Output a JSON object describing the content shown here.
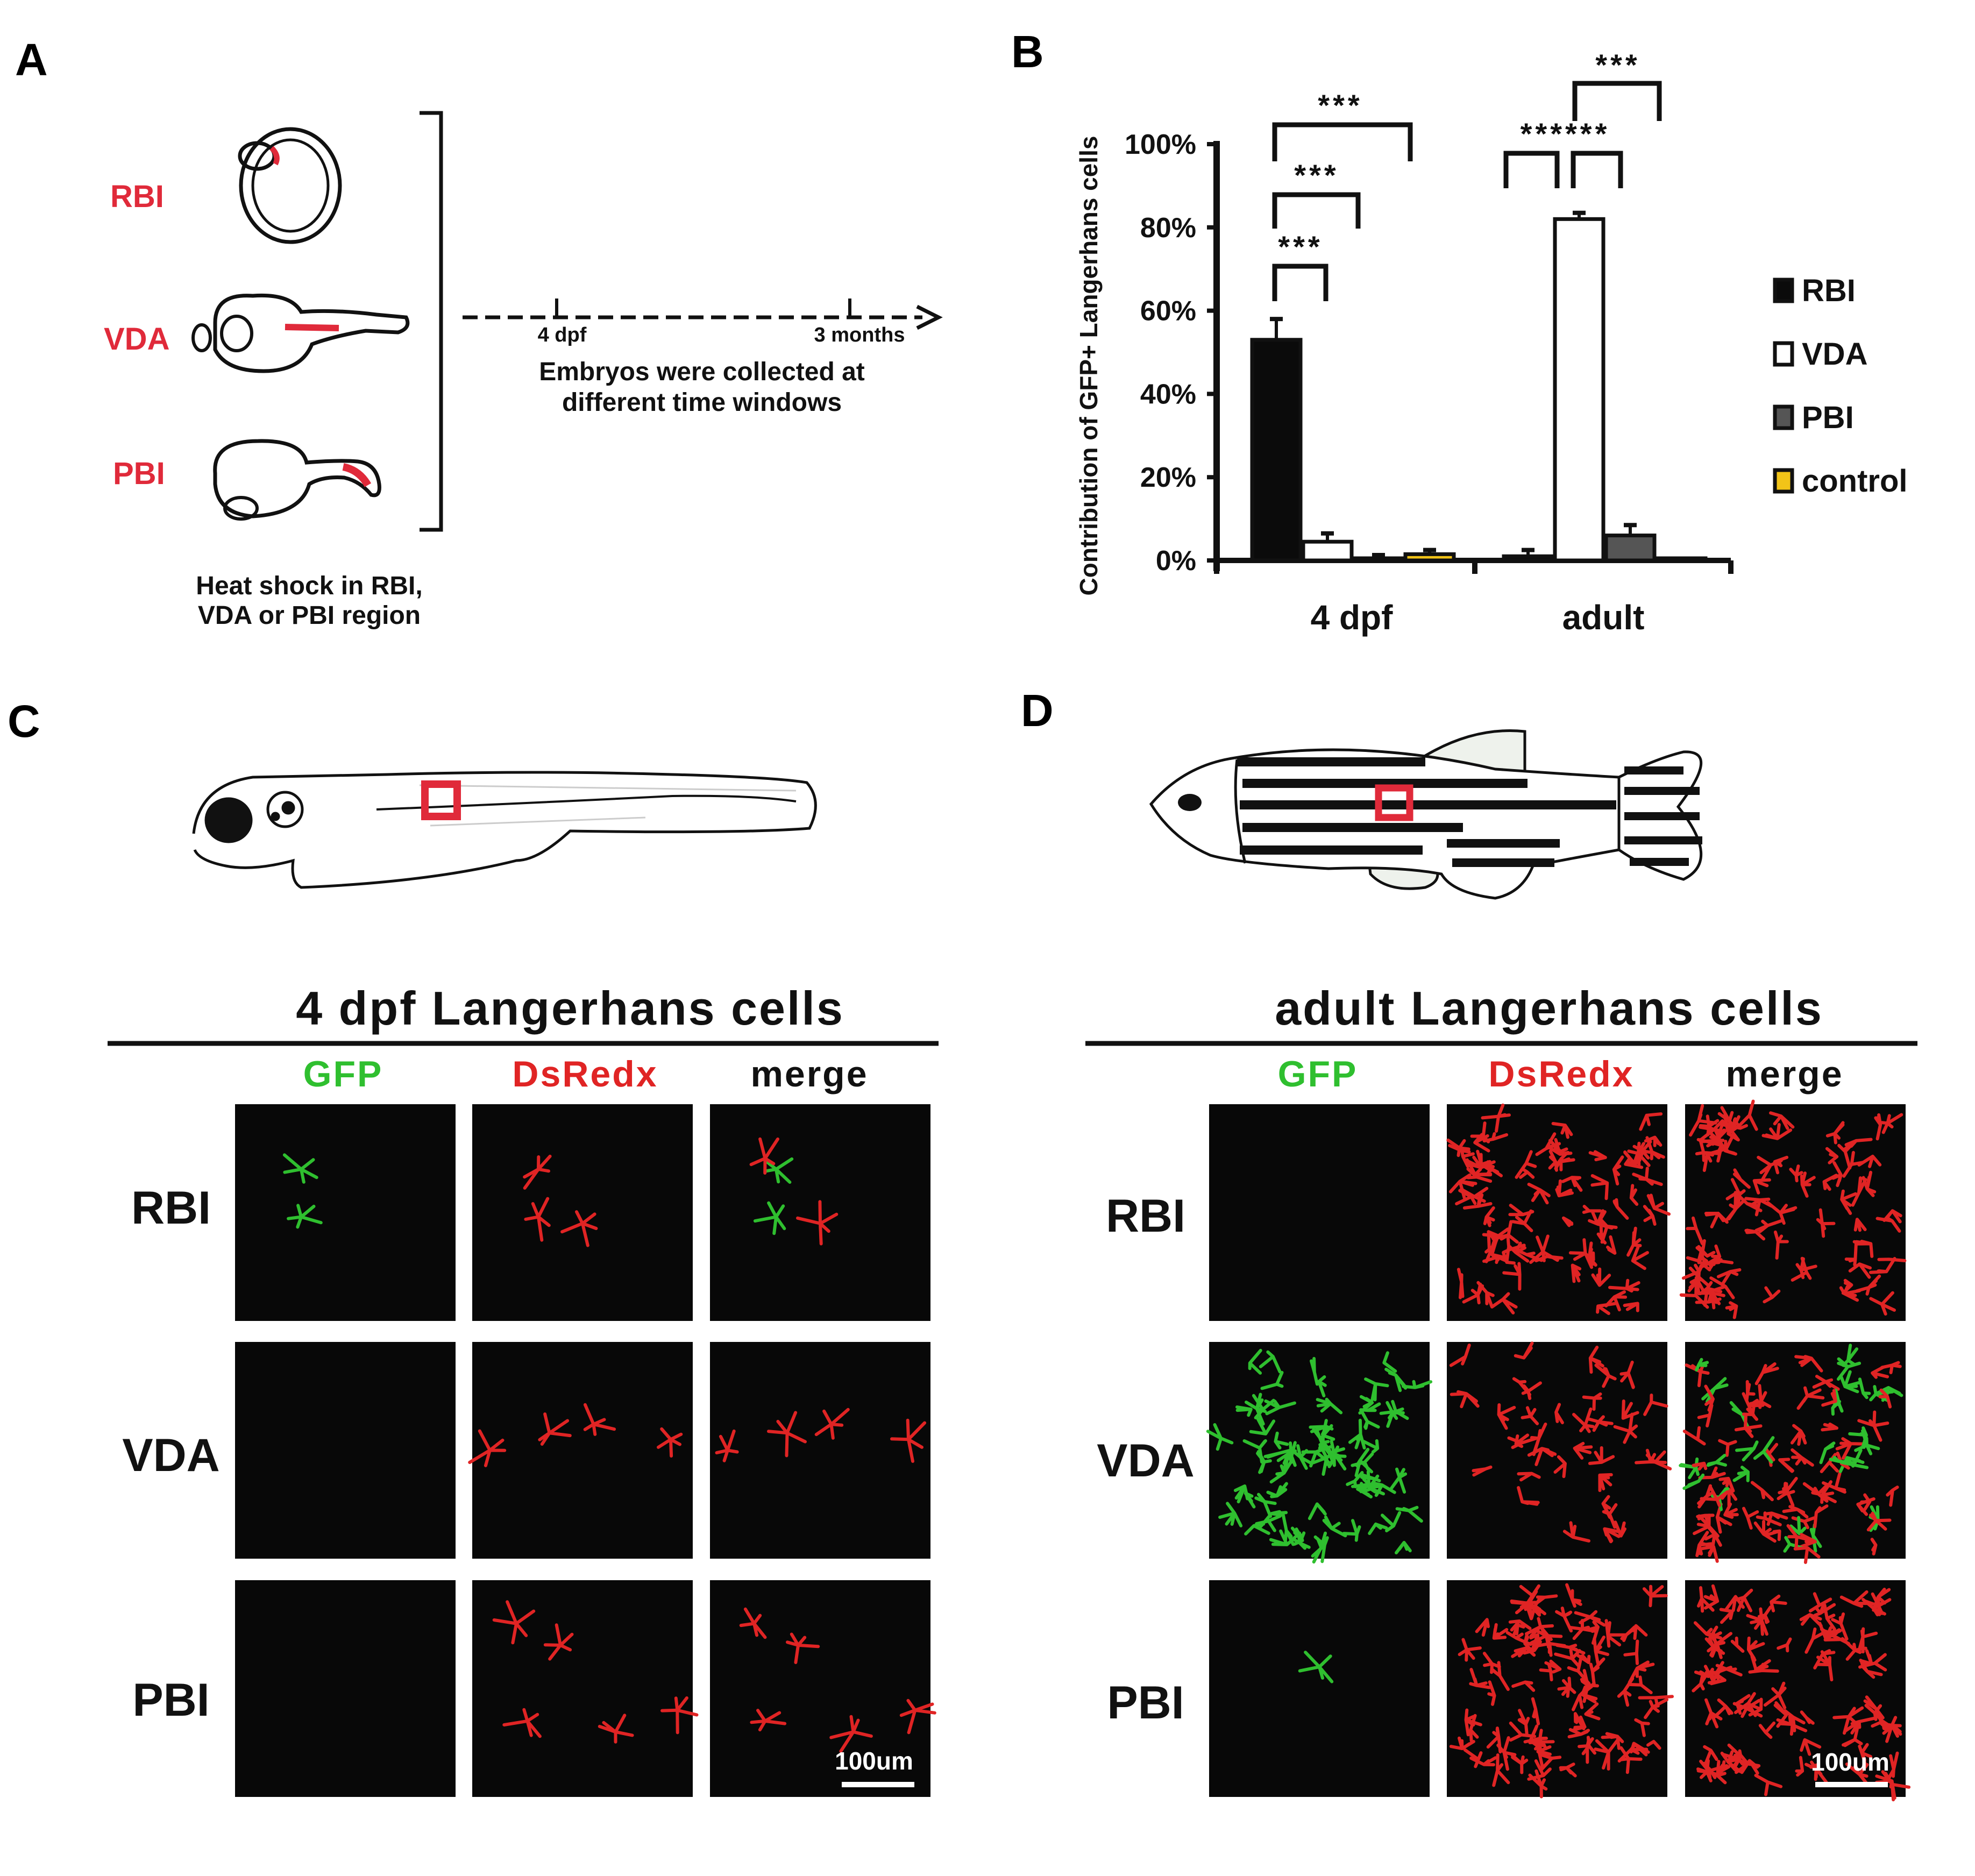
{
  "colors": {
    "rbi": "#0b0b0b",
    "vda": "#ffffff",
    "pbi": "#555555",
    "control": "#f2c418",
    "region_red": "#e02a3a",
    "gfp": "#2fbf2f",
    "dsredx": "#e02424",
    "micro_bg": "#080808"
  },
  "panelA": {
    "label": "A",
    "regions": [
      "RBI",
      "VDA",
      "PBI"
    ],
    "caption_lines": [
      "Heat shock in RBI,",
      "VDA or PBI region"
    ],
    "timeline": {
      "marks": [
        "4 dpf",
        "3 months"
      ],
      "caption_lines": [
        "Embryos were collected at",
        "different  time windows"
      ]
    }
  },
  "panelB": {
    "label": "B",
    "significance_labels": [
      "***",
      "***",
      "***",
      "******",
      "***"
    ]
  },
  "chart_data": {
    "type": "bar",
    "categories": [
      "4 dpf",
      "adult"
    ],
    "series": [
      {
        "name": "RBI",
        "values": [
          53,
          1
        ],
        "errors": [
          5,
          1.5
        ]
      },
      {
        "name": "VDA",
        "values": [
          4.5,
          82
        ],
        "errors": [
          2,
          1.5
        ]
      },
      {
        "name": "PBI",
        "values": [
          0.5,
          6
        ],
        "errors": [
          0.8,
          2.5
        ]
      },
      {
        "name": "control",
        "values": [
          1.5,
          0
        ],
        "errors": [
          1,
          0
        ]
      }
    ],
    "ylabel": "Contribution of GFP+ Langerhans cells",
    "ylim": [
      0,
      100
    ],
    "yticks": [
      "0%",
      "20%",
      "40%",
      "60%",
      "80%",
      "100%"
    ],
    "legend_position": "right",
    "grid": false
  },
  "panelC": {
    "label": "C",
    "title": "4 dpf Langerhans cells",
    "channels": [
      "GFP",
      "DsRedx",
      "merge"
    ],
    "rows": [
      "RBI",
      "VDA",
      "PBI"
    ],
    "scale_bar": "100um"
  },
  "panelD": {
    "label": "D",
    "title": "adult Langerhans cells",
    "channels": [
      "GFP",
      "DsRedx",
      "merge"
    ],
    "rows": [
      "RBI",
      "VDA",
      "PBI"
    ],
    "scale_bar": "100um"
  }
}
